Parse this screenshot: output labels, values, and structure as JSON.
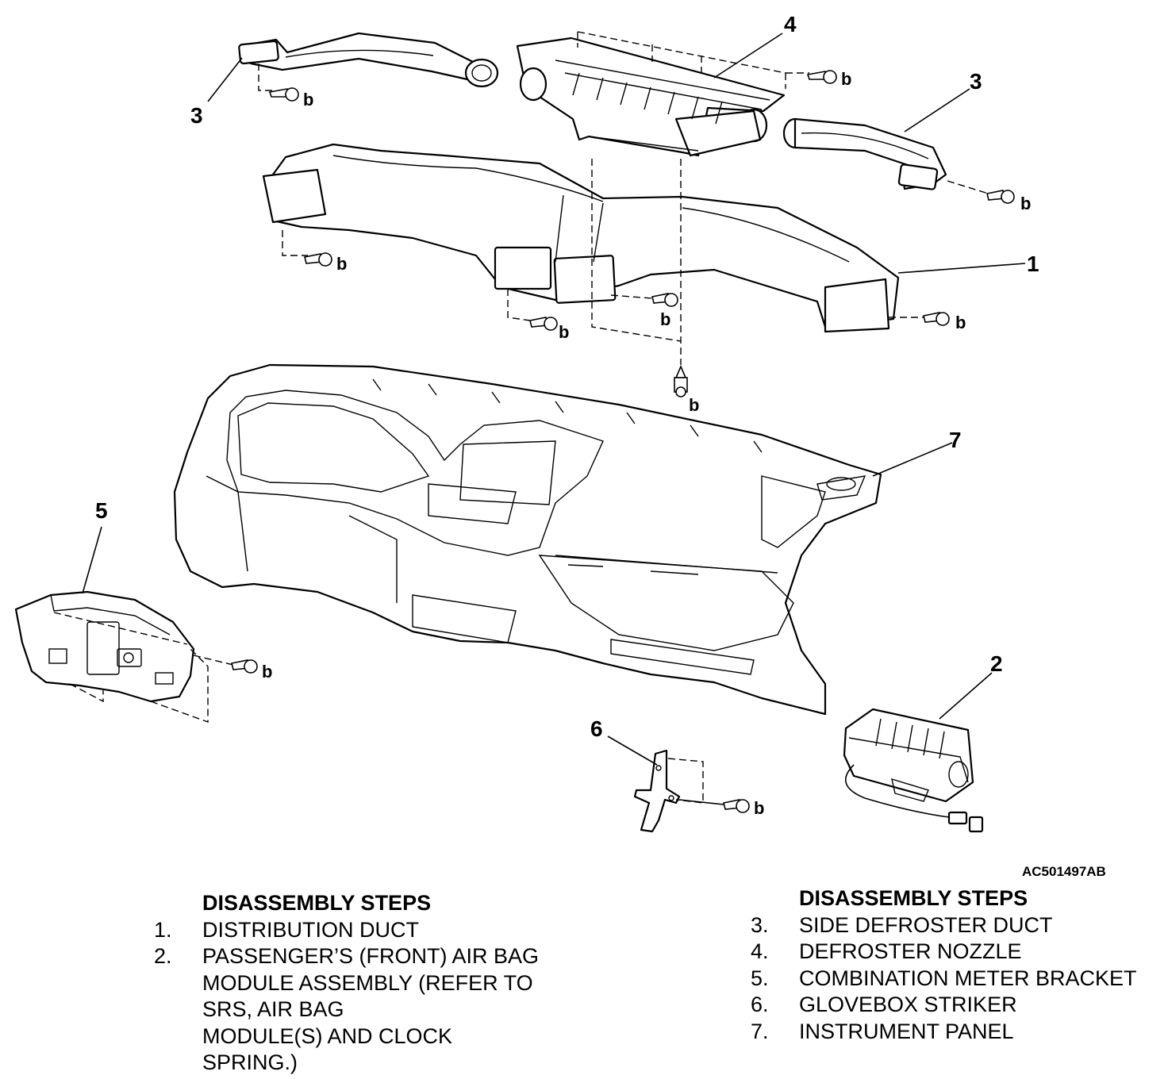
{
  "figure_id": "AC501497AB",
  "callouts": {
    "c1": "1",
    "c2": "2",
    "c3a": "3",
    "c3b": "3",
    "c4": "4",
    "c5": "5",
    "c6": "6",
    "c7": "7"
  },
  "bolt_label": "b",
  "steps_left": {
    "heading": "DISASSEMBLY STEPS",
    "items": [
      {
        "num": "1.",
        "label": "DISTRIBUTION DUCT"
      },
      {
        "num": "2.",
        "label": "PASSENGER’S (FRONT) AIR BAG"
      },
      {
        "num": "",
        "label": "MODULE ASSEMBLY (REFER TO"
      },
      {
        "num": "",
        "label": "SRS, AIR BAG"
      },
      {
        "num": "",
        "label": "MODULE(S) AND CLOCK"
      },
      {
        "num": "",
        "label": "SPRING.)"
      }
    ]
  },
  "steps_right": {
    "heading": "DISASSEMBLY STEPS",
    "items": [
      {
        "num": "3.",
        "label": "SIDE DEFROSTER DUCT"
      },
      {
        "num": "4.",
        "label": "DEFROSTER NOZZLE"
      },
      {
        "num": "5.",
        "label": "COMBINATION METER BRACKET"
      },
      {
        "num": "6.",
        "label": "GLOVEBOX STRIKER"
      },
      {
        "num": "7.",
        "label": "INSTRUMENT PANEL"
      }
    ]
  }
}
